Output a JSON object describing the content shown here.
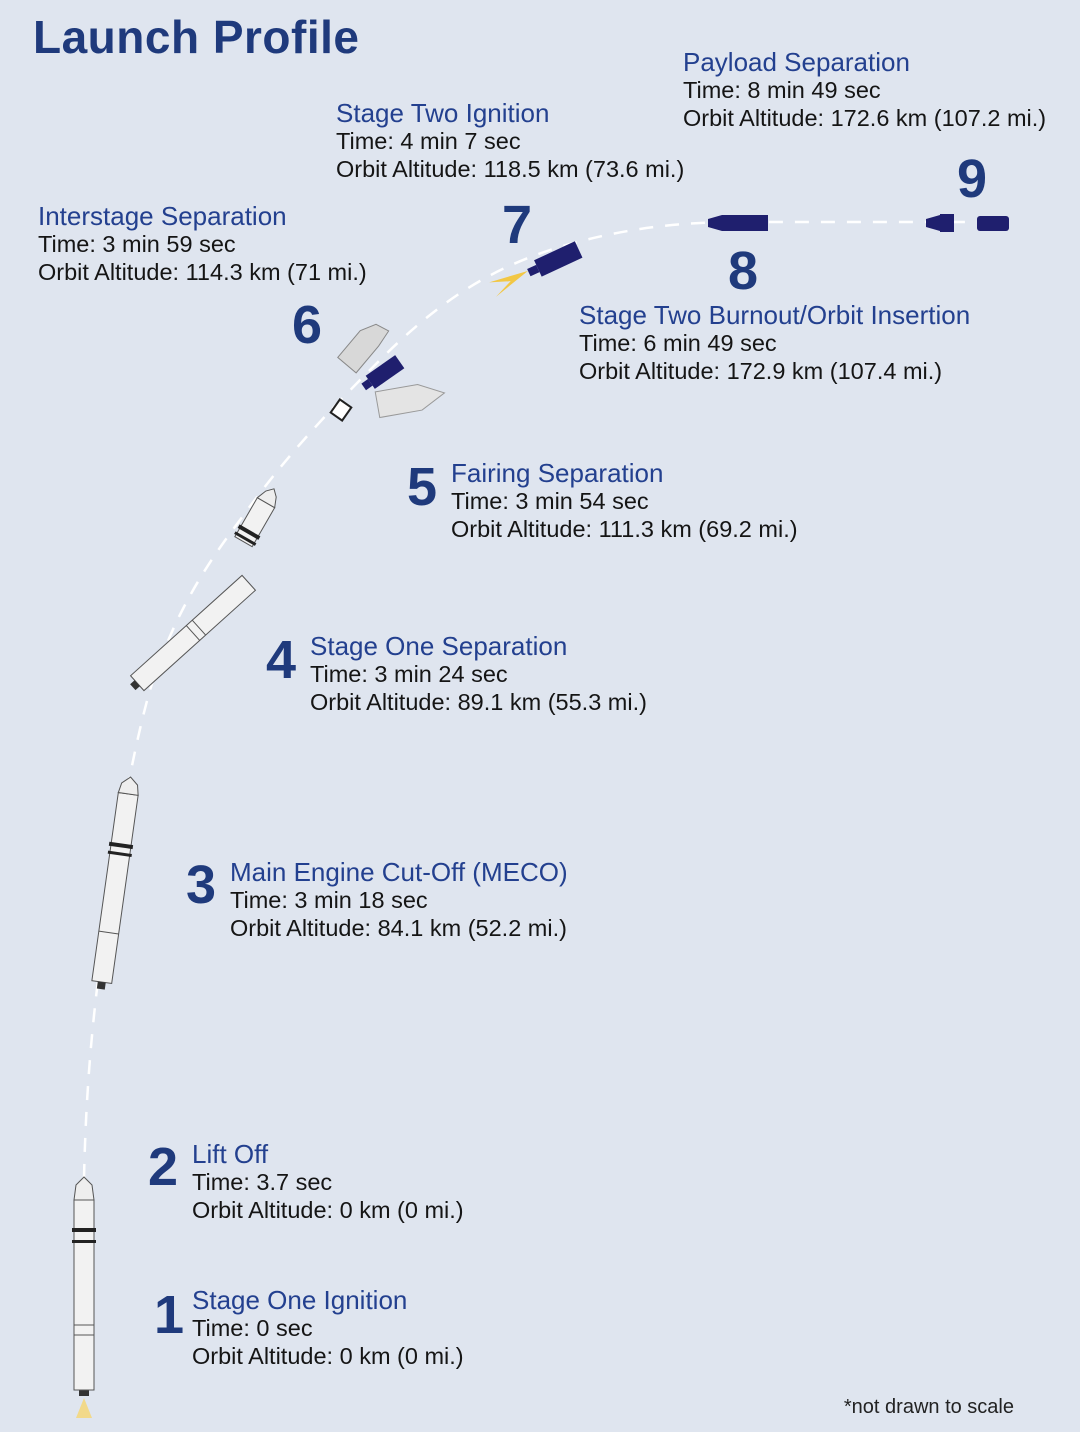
{
  "title": "Launch Profile",
  "note": "*not drawn to scale",
  "colors": {
    "background": "#dfe5ef",
    "title": "#1f3a7c",
    "heading": "#23408f",
    "stage_two": "#1f1f6e",
    "flame": "#f2c744"
  },
  "stages": [
    {
      "number": "1",
      "name": "Stage One Ignition",
      "time": "Time: 0 sec",
      "altitude": "Orbit Altitude: 0 km (0 mi.)"
    },
    {
      "number": "2",
      "name": "Lift Off",
      "time": "Time: 3.7 sec",
      "altitude": "Orbit Altitude: 0 km (0 mi.)"
    },
    {
      "number": "3",
      "name": "Main Engine Cut-Off (MECO)",
      "time": "Time: 3 min 18 sec",
      "altitude": "Orbit Altitude: 84.1 km (52.2 mi.)"
    },
    {
      "number": "4",
      "name": "Stage One Separation",
      "time": "Time: 3 min 24 sec",
      "altitude": "Orbit Altitude: 89.1 km (55.3 mi.)"
    },
    {
      "number": "5",
      "name": "Fairing Separation",
      "time": "Time: 3 min 54 sec",
      "altitude": "Orbit Altitude: 111.3 km (69.2 mi.)"
    },
    {
      "number": "6",
      "name": "Interstage Separation",
      "time": "Time: 3 min 59 sec",
      "altitude": "Orbit Altitude: 114.3 km (71 mi.)"
    },
    {
      "number": "7",
      "name": "Stage Two Ignition",
      "time": "Time: 4 min 7 sec",
      "altitude": "Orbit Altitude: 118.5 km (73.6 mi.)"
    },
    {
      "number": "8",
      "name": "Stage Two Burnout/Orbit Insertion",
      "time": "Time: 6 min 49 sec",
      "altitude": "Orbit Altitude: 172.9 km (107.4 mi.)"
    },
    {
      "number": "9",
      "name": "Payload Separation",
      "time": "Time: 8 min 49 sec",
      "altitude": "Orbit Altitude: 172.6 km (107.2 mi.)"
    }
  ]
}
